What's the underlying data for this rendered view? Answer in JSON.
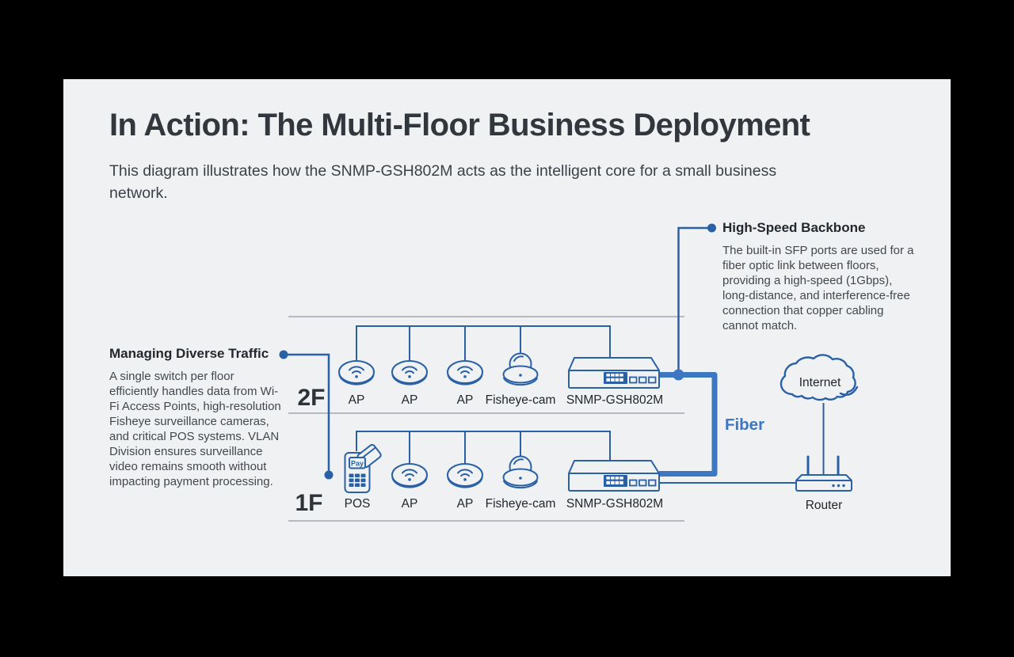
{
  "header": {
    "title": "In Action: The Multi-Floor Business Deployment",
    "subtitle": "This diagram illustrates how the SNMP-GSH802M acts as the intelligent core for a small business network."
  },
  "annotations": {
    "left": {
      "title": "Managing Diverse Traffic",
      "body": "A single switch per floor efficiently handles data from Wi-Fi Access Points, high-resolution Fisheye surveillance cameras, and critical POS systems. VLAN Division ensures surveillance video remains smooth without impacting payment processing."
    },
    "right": {
      "title": "High-Speed Backbone",
      "body": "The built-in SFP ports are used for a fiber optic link between floors, providing a high-speed (1Gbps), long-distance, and interference-free connection that copper cabling cannot match."
    }
  },
  "diagram": {
    "floors": [
      {
        "label": "2F",
        "devices": [
          "AP",
          "AP",
          "AP",
          "Fisheye-cam",
          "SNMP-GSH802M"
        ]
      },
      {
        "label": "1F",
        "devices": [
          "POS",
          "AP",
          "AP",
          "Fisheye-cam",
          "SNMP-GSH802M"
        ]
      }
    ],
    "fiber_label": "Fiber",
    "internet_label": "Internet",
    "router_label": "Router",
    "pos_screen_label": "Pay",
    "colors": {
      "diagram_blue": "#2a61a6",
      "fiber_blue": "#3d76c1",
      "card_background": "#eff1f3",
      "floor_line_gray": "#939aa2",
      "heading_dark": "#31373d"
    }
  }
}
